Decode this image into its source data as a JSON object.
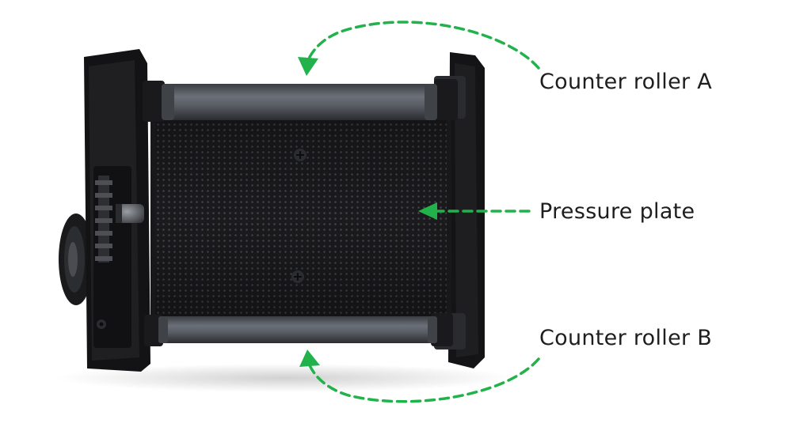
{
  "image": {
    "subject": "film-back",
    "background": "#ffffff",
    "body_color": "#141416",
    "plate_color": "#1c1c1f",
    "roller_color": "#55595f",
    "arrow_color": "#22b24c"
  },
  "callouts": [
    {
      "id": "counter-roller-a",
      "label": "Counter roller A"
    },
    {
      "id": "pressure-plate",
      "label": "Pressure plate"
    },
    {
      "id": "counter-roller-b",
      "label": "Counter roller B"
    }
  ]
}
